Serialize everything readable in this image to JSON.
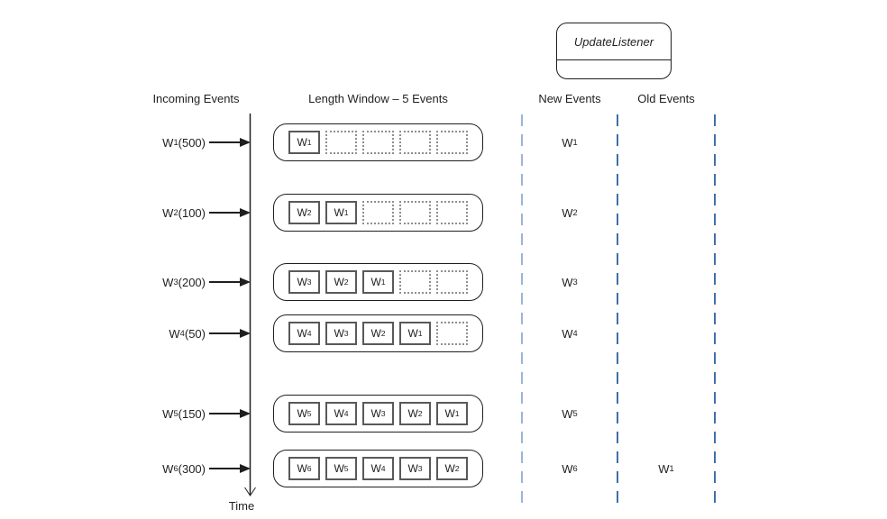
{
  "update_listener": {
    "label": "UpdateListener"
  },
  "headers": {
    "incoming": "Incoming Events",
    "length_window": "Length Window – 5 Events",
    "new_events": "New Events",
    "old_events": "Old Events"
  },
  "time_axis": {
    "label": "Time"
  },
  "colors": {
    "line": "#1f1f1f",
    "dashed_light": "#9db4d8",
    "dashed_dark": "#3f6fa8"
  },
  "rows": [
    {
      "incoming": {
        "base": "W",
        "sub": "1",
        "suffix": "(500)"
      },
      "slots": [
        {
          "base": "W",
          "sub": "1"
        },
        null,
        null,
        null,
        null
      ],
      "new_event": {
        "base": "W",
        "sub": "1"
      },
      "old_event": null
    },
    {
      "incoming": {
        "base": "W",
        "sub": "2",
        "suffix": "(100)"
      },
      "slots": [
        {
          "base": "W",
          "sub": "2"
        },
        {
          "base": "W",
          "sub": "1"
        },
        null,
        null,
        null
      ],
      "new_event": {
        "base": "W",
        "sub": "2"
      },
      "old_event": null
    },
    {
      "incoming": {
        "base": "W",
        "sub": "3",
        "suffix": "(200)"
      },
      "slots": [
        {
          "base": "W",
          "sub": "3"
        },
        {
          "base": "W",
          "sub": "2"
        },
        {
          "base": "W",
          "sub": "1"
        },
        null,
        null
      ],
      "new_event": {
        "base": "W",
        "sub": "3"
      },
      "old_event": null
    },
    {
      "incoming": {
        "base": "W",
        "sub": "4",
        "suffix": "(50)"
      },
      "slots": [
        {
          "base": "W",
          "sub": "4"
        },
        {
          "base": "W",
          "sub": "3"
        },
        {
          "base": "W",
          "sub": "2"
        },
        {
          "base": "W",
          "sub": "1"
        },
        null
      ],
      "new_event": {
        "base": "W",
        "sub": "4"
      },
      "old_event": null
    },
    {
      "incoming": {
        "base": "W",
        "sub": "5",
        "suffix": "(150)"
      },
      "slots": [
        {
          "base": "W",
          "sub": "5"
        },
        {
          "base": "W",
          "sub": "4"
        },
        {
          "base": "W",
          "sub": "3"
        },
        {
          "base": "W",
          "sub": "2"
        },
        {
          "base": "W",
          "sub": "1"
        }
      ],
      "new_event": {
        "base": "W",
        "sub": "5"
      },
      "old_event": null
    },
    {
      "incoming": {
        "base": "W",
        "sub": "6",
        "suffix": "(300)"
      },
      "slots": [
        {
          "base": "W",
          "sub": "6"
        },
        {
          "base": "W",
          "sub": "5"
        },
        {
          "base": "W",
          "sub": "4"
        },
        {
          "base": "W",
          "sub": "3"
        },
        {
          "base": "W",
          "sub": "2"
        }
      ],
      "new_event": {
        "base": "W",
        "sub": "6"
      },
      "old_event": {
        "base": "W",
        "sub": "1"
      }
    }
  ]
}
